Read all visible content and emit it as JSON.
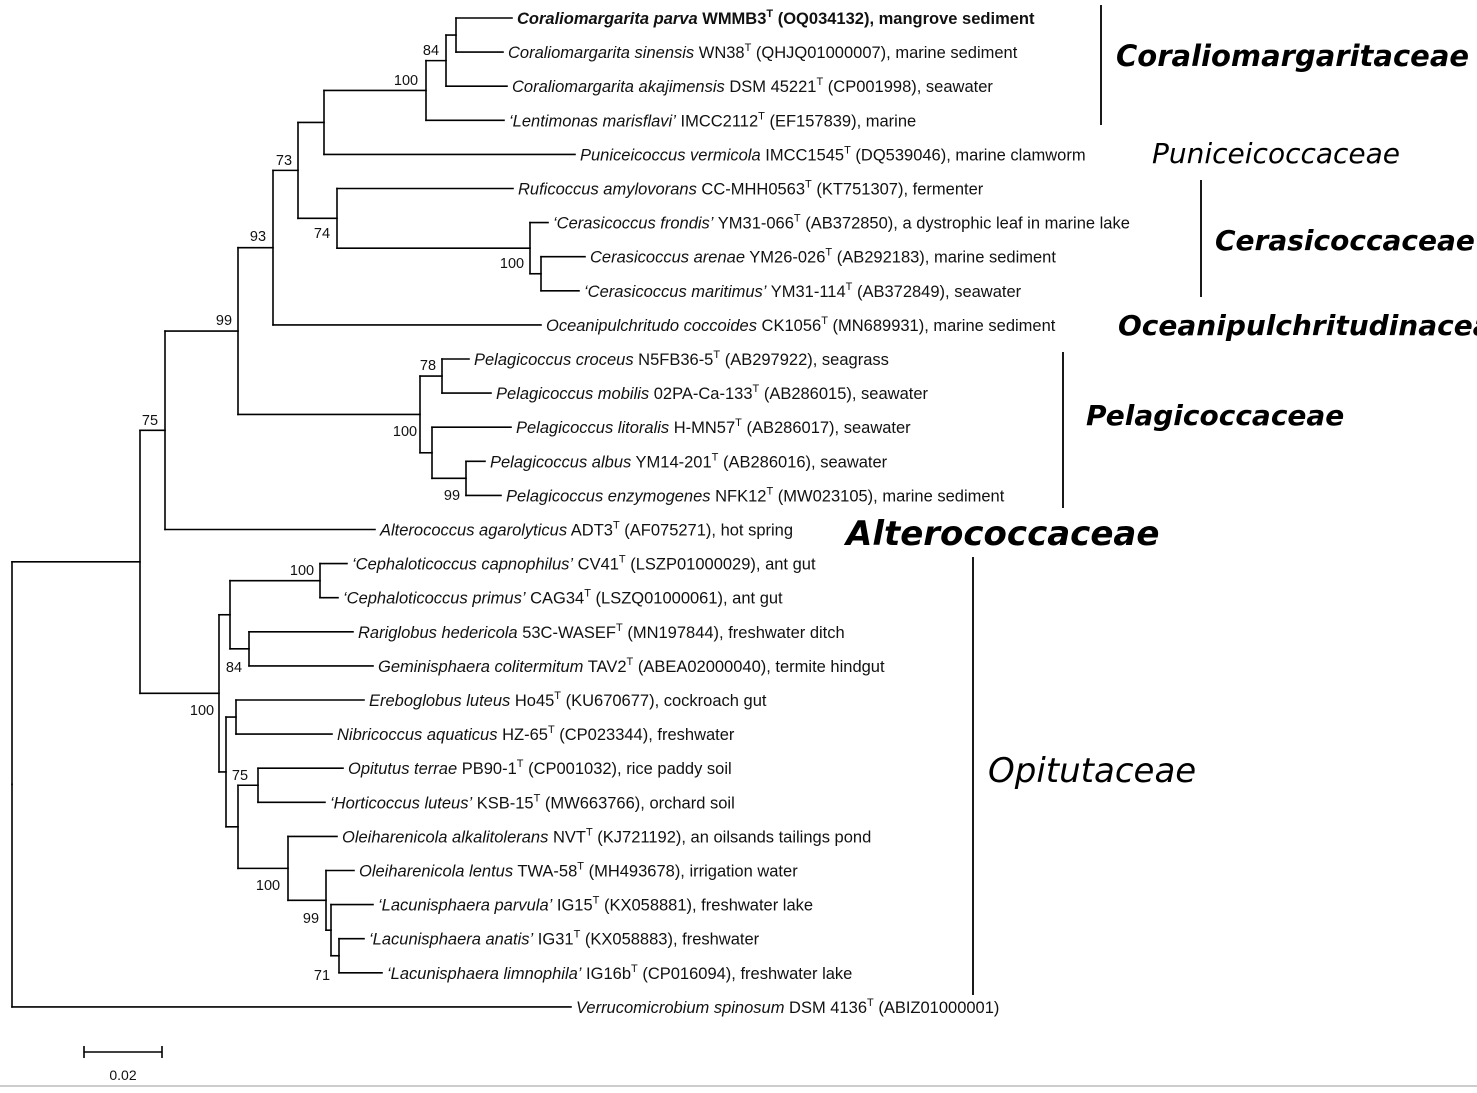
{
  "leaves": [
    {
      "id": "L1",
      "genus": "Coraliomargarita parva",
      "strain": "WMMB3",
      "accession": "(OQ034132), mangrove sediment",
      "bold": true
    },
    {
      "id": "L2",
      "genus": "Coraliomargarita sinensis",
      "strain": "WN38",
      "accession": "(QHJQ01000007), marine sediment"
    },
    {
      "id": "L3",
      "genus": "Coraliomargarita akajimensis",
      "strain": "DSM 45221",
      "accession": "(CP001998), seawater"
    },
    {
      "id": "L4",
      "genus": "‘Lentimonas marisflavi’",
      "strain": "IMCC2112",
      "accession": "(EF157839), marine"
    },
    {
      "id": "L5",
      "genus": "Puniceicoccus vermicola",
      "strain": "IMCC1545",
      "accession": "(DQ539046), marine clamworm"
    },
    {
      "id": "L6",
      "genus": "Ruficoccus amylovorans",
      "strain": "CC-MHH0563",
      "accession": "(KT751307), fermenter"
    },
    {
      "id": "L7",
      "genus": "‘Cerasicoccus frondis’",
      "strain": "YM31-066",
      "accession": "(AB372850), a dystrophic leaf in marine lake"
    },
    {
      "id": "L8",
      "genus": "Cerasicoccus arenae",
      "strain": "YM26-026",
      "accession": "(AB292183), marine sediment"
    },
    {
      "id": "L9",
      "genus": "‘Cerasicoccus maritimus’",
      "strain": "YM31-114",
      "accession": "(AB372849), seawater"
    },
    {
      "id": "L10",
      "genus": "Oceanipulchritudo coccoides",
      "strain": "CK1056",
      "accession": "(MN689931), marine sediment"
    },
    {
      "id": "L11",
      "genus": "Pelagicoccus croceus",
      "strain": "N5FB36-5",
      "accession": "(AB297922), seagrass"
    },
    {
      "id": "L12",
      "genus": "Pelagicoccus mobilis",
      "strain": "02PA-Ca-133",
      "accession": "(AB286015), seawater"
    },
    {
      "id": "L13",
      "genus": "Pelagicoccus litoralis",
      "strain": "H-MN57",
      "accession": "(AB286017), seawater"
    },
    {
      "id": "L14",
      "genus": "Pelagicoccus albus",
      "strain": "YM14-201",
      "accession": "(AB286016), seawater"
    },
    {
      "id": "L15",
      "genus": "Pelagicoccus enzymogenes",
      "strain": "NFK12",
      "accession": "(MW023105), marine sediment"
    },
    {
      "id": "L16",
      "genus": "Alterococcus agarolyticus",
      "strain": "ADT3",
      "accession": "(AF075271), hot spring"
    },
    {
      "id": "L17",
      "genus": "‘Cephaloticoccus capnophilus’",
      "strain": "CV41",
      "accession": "(LSZP01000029), ant gut"
    },
    {
      "id": "L18",
      "genus": "‘Cephaloticoccus primus’",
      "strain": "CAG34",
      "accession": "(LSZQ01000061), ant gut"
    },
    {
      "id": "L19",
      "genus": "Rariglobus hedericola",
      "strain": "53C-WASEF",
      "accession": "(MN197844), freshwater ditch"
    },
    {
      "id": "L20",
      "genus": "Geminisphaera colitermitum",
      "strain": "TAV2",
      "accession": "(ABEA02000040), termite hindgut"
    },
    {
      "id": "L21",
      "genus": "Ereboglobus luteus",
      "strain": "Ho45",
      "accession": "(KU670677), cockroach gut"
    },
    {
      "id": "L22",
      "genus": "Nibricoccus aquaticus",
      "strain": "HZ-65",
      "accession": "(CP023344), freshwater"
    },
    {
      "id": "L23",
      "genus": "Opitutus terrae",
      "strain": "PB90-1",
      "accession": "(CP001032), rice paddy soil"
    },
    {
      "id": "L24",
      "genus": "‘Horticoccus luteus’",
      "strain": "KSB-15",
      "accession": "(MW663766), orchard soil"
    },
    {
      "id": "L25",
      "genus": "Oleiharenicola alkalitolerans",
      "strain": "NVT",
      "accession": "(KJ721192), an oilsands tailings pond"
    },
    {
      "id": "L26",
      "genus": "Oleiharenicola lentus",
      "strain": "TWA-58",
      "accession": "(MH493678), irrigation water"
    },
    {
      "id": "L27",
      "genus": "‘Lacunisphaera parvula’",
      "strain": "IG15",
      "accession": "(KX058881), freshwater lake"
    },
    {
      "id": "L28",
      "genus": "‘Lacunisphaera anatis’",
      "strain": "IG31",
      "accession": "(KX058883), freshwater"
    },
    {
      "id": "L29",
      "genus": "‘Lacunisphaera limnophila’",
      "strain": "IG16b",
      "accession": "(CP016094), freshwater lake"
    },
    {
      "id": "L30",
      "genus": "Verrucomicrobium spinosum",
      "strain": "DSM 4136",
      "accession": "(ABIZ01000001)"
    }
  ],
  "type_strain_mark": "T",
  "bootstraps": [
    {
      "id": "b84a",
      "value": "84"
    },
    {
      "id": "b100a",
      "value": "100"
    },
    {
      "id": "b73",
      "value": "73"
    },
    {
      "id": "b74",
      "value": "74"
    },
    {
      "id": "b100b",
      "value": "100"
    },
    {
      "id": "b93",
      "value": "93"
    },
    {
      "id": "b99a",
      "value": "99"
    },
    {
      "id": "b78",
      "value": "78"
    },
    {
      "id": "b100c",
      "value": "100"
    },
    {
      "id": "b99b",
      "value": "99"
    },
    {
      "id": "b75a",
      "value": "75"
    },
    {
      "id": "b100d",
      "value": "100"
    },
    {
      "id": "b84b",
      "value": "84"
    },
    {
      "id": "b100e",
      "value": "100"
    },
    {
      "id": "b75b",
      "value": "75"
    },
    {
      "id": "b100f",
      "value": "100"
    },
    {
      "id": "b99c",
      "value": "99"
    },
    {
      "id": "b71",
      "value": "71"
    }
  ],
  "families": [
    {
      "id": "f1",
      "name": "Coraliomargaritaceae",
      "bold": true
    },
    {
      "id": "f2",
      "name": "Puniceicoccaceae",
      "bold": false
    },
    {
      "id": "f3",
      "name": "Cerasicoccaceae",
      "bold": true
    },
    {
      "id": "f4",
      "name": "Oceanipulchritudinaceae",
      "bold": true
    },
    {
      "id": "f5",
      "name": "Pelagicoccaceae",
      "bold": true
    },
    {
      "id": "f6",
      "name": "Alterococcaceae",
      "bold": true
    },
    {
      "id": "f7",
      "name": "Opitutaceae",
      "bold": false
    }
  ],
  "scale_bar": {
    "label": "0.02",
    "value": 0.02
  }
}
